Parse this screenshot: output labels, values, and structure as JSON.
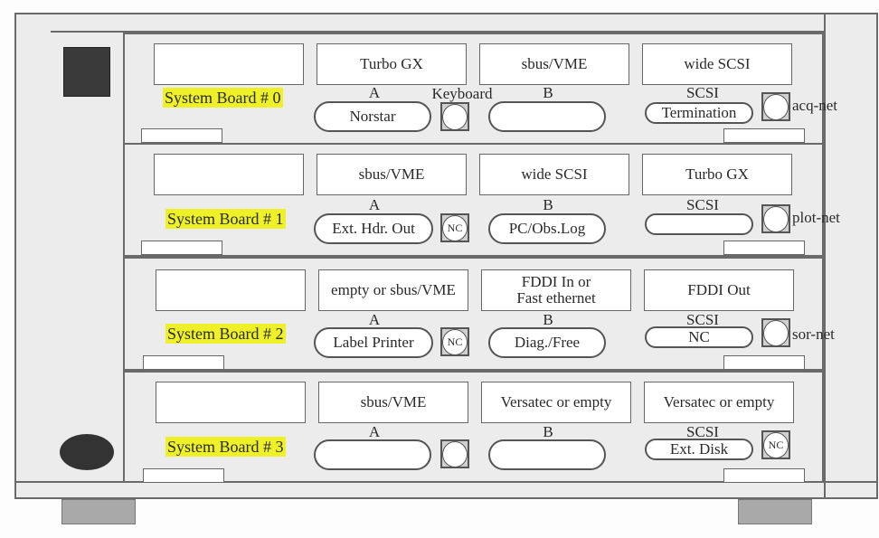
{
  "diagram": {
    "boards": [
      {
        "name": "System Board # 0",
        "slots": [
          "Turbo GX",
          "sbus/VME",
          "wide SCSI"
        ],
        "label_a": "A",
        "label_b": "B",
        "label_scsi": "SCSI",
        "extra_label": "Keyboard",
        "connector_a": "Norstar",
        "port_text": "",
        "connector_b": "",
        "connector_scsi": "Termination",
        "scsi_port_text": "",
        "net": "acq-net"
      },
      {
        "name": "System Board # 1",
        "slots": [
          "sbus/VME",
          "wide SCSI",
          "Turbo GX"
        ],
        "label_a": "A",
        "label_b": "B",
        "label_scsi": "SCSI",
        "extra_label": "",
        "connector_a": "Ext. Hdr. Out",
        "port_text": "NC",
        "connector_b": "PC/Obs.Log",
        "connector_scsi": "",
        "scsi_port_text": "",
        "net": "plot-net"
      },
      {
        "name": "System Board # 2",
        "slots": [
          "empty or sbus/VME",
          "FDDI In or\nFast ethernet",
          "FDDI Out"
        ],
        "label_a": "A",
        "label_b": "B",
        "label_scsi": "SCSI",
        "extra_label": "",
        "connector_a": "Label Printer",
        "port_text": "NC",
        "connector_b": "Diag./Free",
        "connector_scsi": "NC",
        "scsi_port_text": "",
        "net": "sor-net"
      },
      {
        "name": "System Board # 3",
        "slots": [
          "sbus/VME",
          "Versatec or empty",
          "Versatec or empty"
        ],
        "label_a": "A",
        "label_b": "B",
        "label_scsi": "SCSI",
        "extra_label": "",
        "connector_a": "",
        "port_text": "",
        "connector_b": "",
        "connector_scsi": "Ext. Disk",
        "scsi_port_text": "NC",
        "net": ""
      }
    ]
  }
}
